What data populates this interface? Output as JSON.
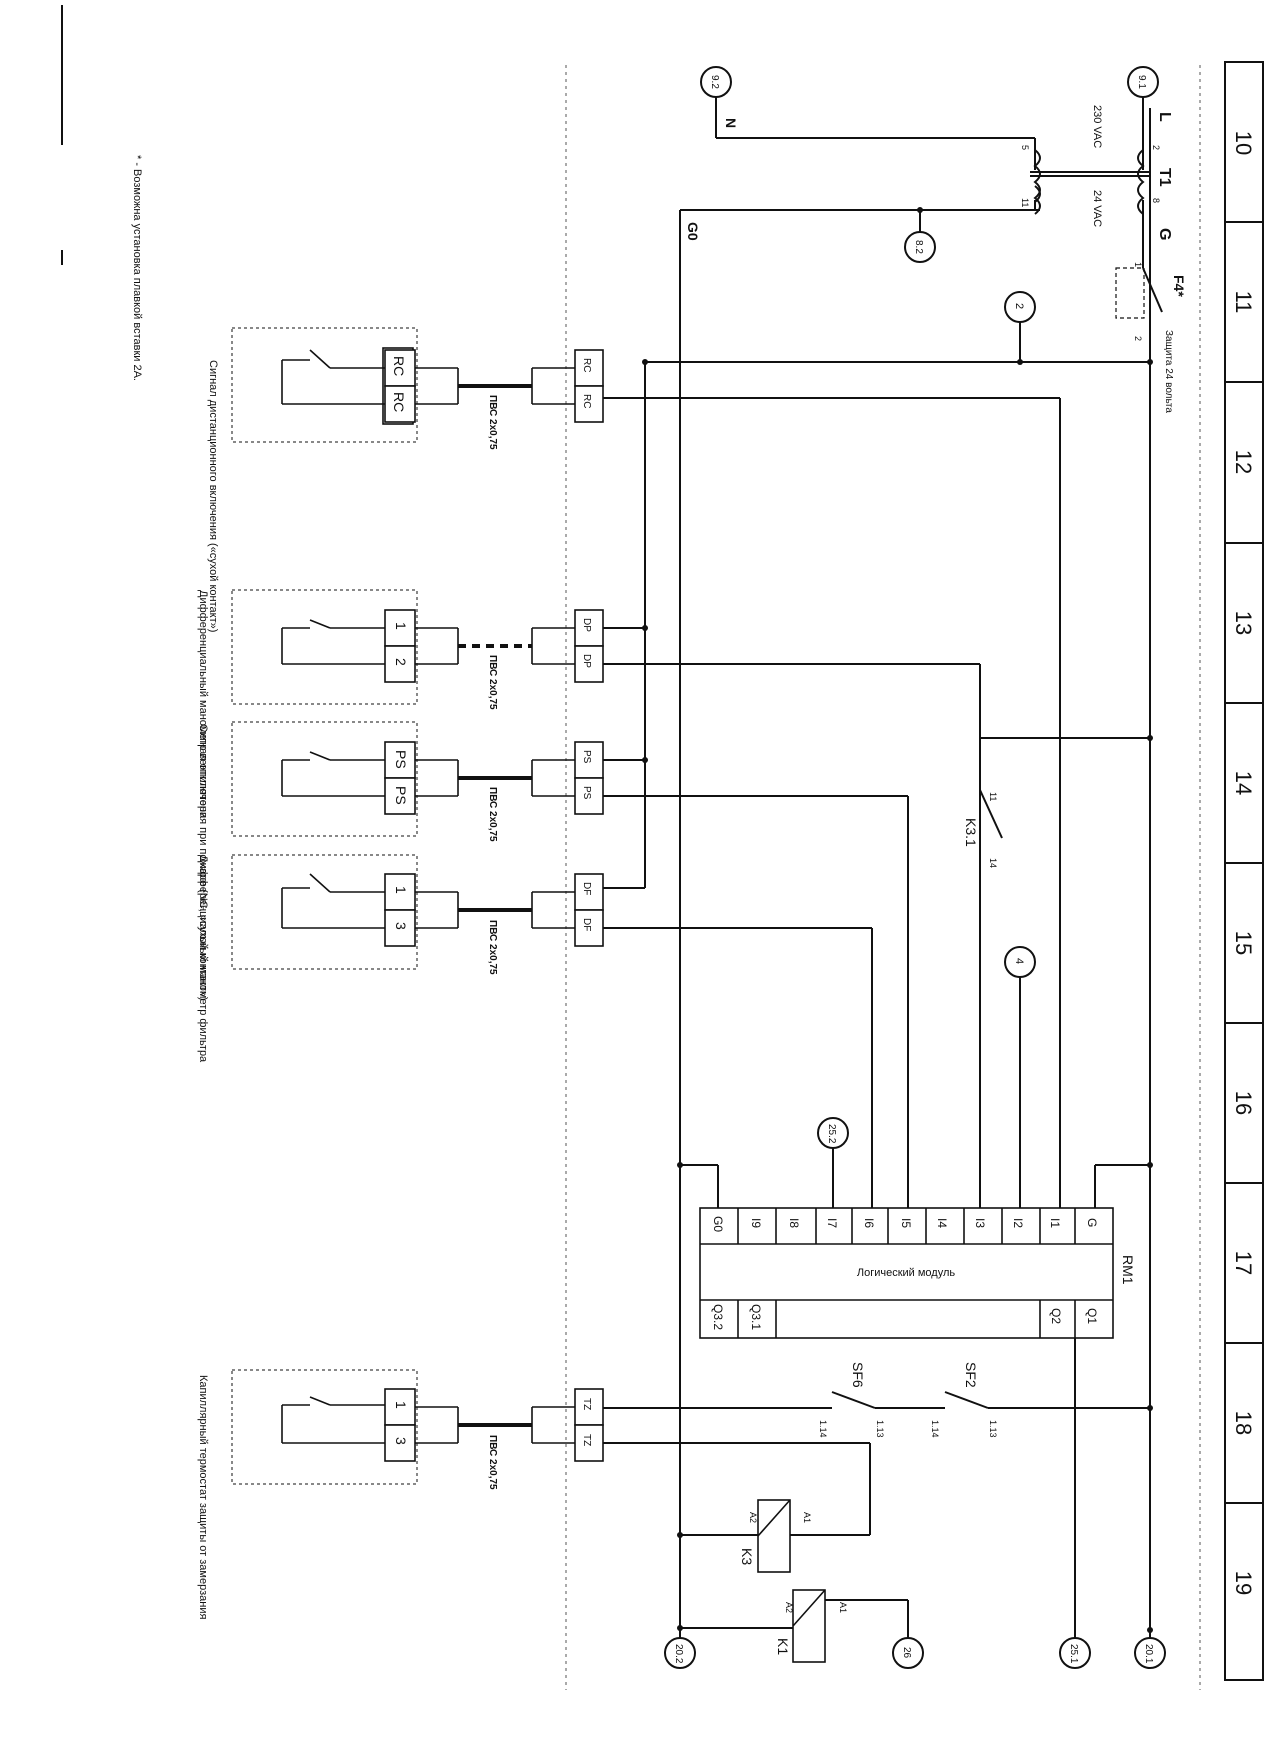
{
  "footnote": "* - Возможна установка плавкой вставки 2А.",
  "columns": [
    "10",
    "11",
    "12",
    "13",
    "14",
    "15",
    "16",
    "17",
    "18",
    "19"
  ],
  "refs": {
    "r91": "9.1",
    "r92": "9.2",
    "r82": "8.2",
    "r2": "2",
    "r4": "4",
    "r252": "25.2",
    "r26": "26",
    "r202": "20.2",
    "r251": "25.1",
    "r201": "20.1"
  },
  "transformer": {
    "name": "T1",
    "primary": "230 VAC",
    "secondary": "24 VAC",
    "L": "L",
    "N": "N",
    "G": "G",
    "G0": "G0",
    "p2": "2",
    "p5": "5",
    "p8": "8",
    "p11": "11"
  },
  "fuse": {
    "name": "F4*",
    "desc": "Защита 24 вольта",
    "p1": "1",
    "p2": "2"
  },
  "devices": [
    {
      "label": "Сигнал дистанционного включения («сухой контакт»)",
      "t1": "RC",
      "t2": "RC",
      "cable": "ПВС 2х0,75",
      "k1": "RC",
      "k2": "RC"
    },
    {
      "label": "Дифференциальный манометр вентилятора",
      "t1": "1",
      "t2": "2",
      "cable": "ПВС 2х0,75",
      "k1": "DP",
      "k2": "DP"
    },
    {
      "label": "Сигнал отключения при пожаре (NC, «сухой контакт»)",
      "t1": "PS",
      "t2": "PS",
      "cable": "ПВС 2х0,75",
      "k1": "PS",
      "k2": "PS"
    },
    {
      "label": "Дифференциальный манометр фильтра",
      "t1": "1",
      "t2": "3",
      "cable": "ПВС 2х0,75",
      "k1": "DF",
      "k2": "DF"
    },
    {
      "label": "Капиллярный термостат защиты от замерзания",
      "t1": "1",
      "t2": "3",
      "cable": "ПВС 2х0,75",
      "k1": "TZ",
      "k2": "TZ"
    }
  ],
  "k31": {
    "name": "K3.1",
    "p11": "11",
    "p14": "14"
  },
  "module": {
    "name": "RM1",
    "title": "Логический модуль",
    "inputs": [
      "G",
      "I1",
      "I2",
      "I3",
      "I4",
      "I5",
      "I6",
      "I7",
      "I8",
      "I9",
      "G0"
    ],
    "outputs": [
      "Q1",
      "Q2",
      "Q3.1",
      "Q3.2"
    ]
  },
  "breakers": [
    {
      "name": "SF2",
      "a": "1.13",
      "b": "1.14"
    },
    {
      "name": "SF6",
      "a": "1.13",
      "b": "1.14"
    }
  ],
  "relays": [
    {
      "name": "K3",
      "a1": "A1",
      "a2": "A2"
    },
    {
      "name": "K1",
      "a1": "A1",
      "a2": "A2"
    }
  ]
}
